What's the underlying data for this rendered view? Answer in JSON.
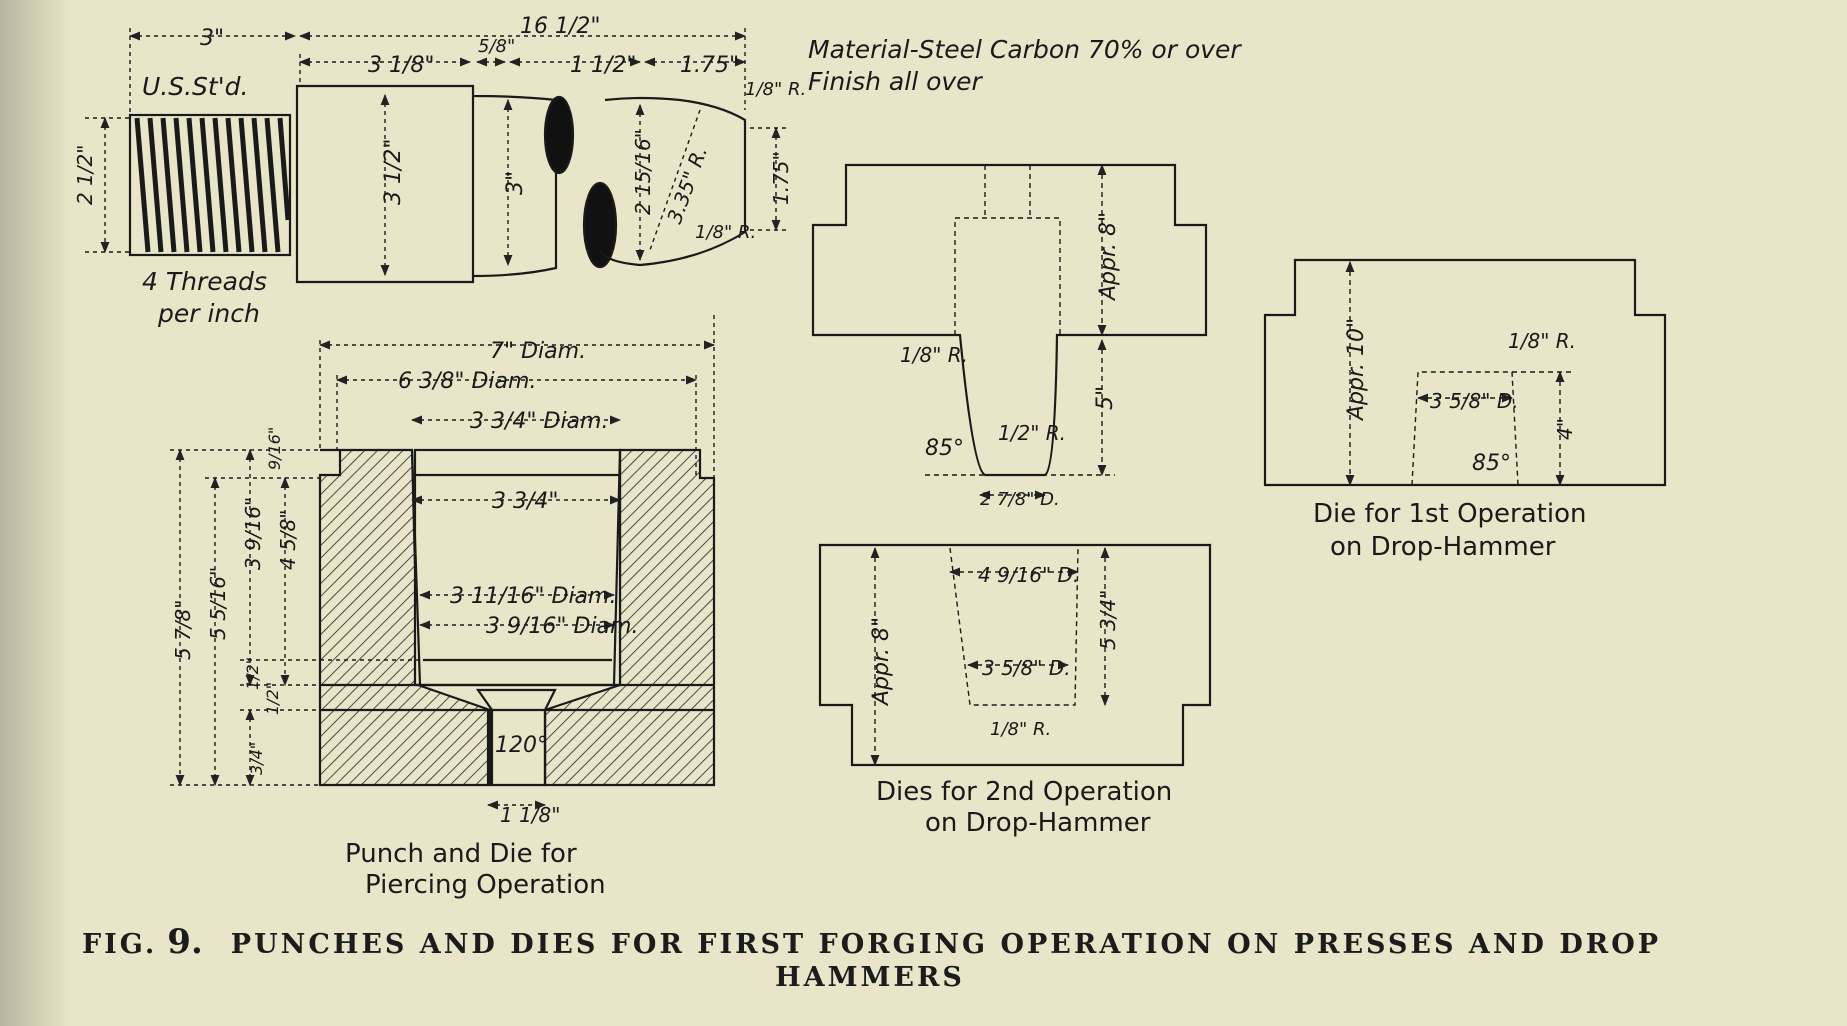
{
  "figure": {
    "label": "FIG.",
    "number": "9.",
    "caption_line1": "PUNCHES AND DIES FOR FIRST FORGING OPERATION ON PRESSES AND DROP",
    "caption_line2": "HAMMERS"
  },
  "notes": {
    "material": "Material-Steel Carbon 70% or over",
    "finish": "Finish all over"
  },
  "blank": {
    "thread_std": "U.S.St'd.",
    "threads_line1": "4 Threads",
    "threads_line2": "per inch",
    "dim_thread_len": "3\"",
    "dim_overall": "16 1/2\"",
    "dim_body": "3 1/8\"",
    "dim_neck": "5/8\"",
    "dim_head": "1 1/2\"",
    "dim_tip": "1.75\"",
    "dim_thread_dia": "2 1/2\"",
    "dim_body_dia": "3 1/2\"",
    "dim_neck_dia": "3\"",
    "dim_head_dia": "2 15/16\"",
    "dim_radius": "3.35\" R.",
    "dim_r_small1": "1/8\" R.",
    "dim_r_small2": "1/8\" R.",
    "dim_face": "1.75\""
  },
  "punch_die": {
    "title1": "Punch and Die for",
    "title2": "Piercing Operation",
    "dim_7": "7\" Diam.",
    "dim_6": "6 3/8\" Diam.",
    "dim_334a": "3 3/4\" Diam.",
    "dim_334b": "3 3/4\"",
    "dim_311": "3 11/16\" Diam.",
    "dim_39": "3 9/16\" Diam.",
    "dim_916": "9/16\"",
    "dim_578": "5 7/8\"",
    "dim_5516": "5 5/16\"",
    "dim_3916": "3 9/16\"",
    "dim_458": "4 5/8\"",
    "dim_12a": "1/2\"",
    "dim_12b": "1/2\"",
    "dim_34": "3/4\"",
    "dim_120": "120°",
    "dim_118": "1 1/8\""
  },
  "die2": {
    "title1": "Dies for 2nd Operation",
    "title2": "on Drop-Hammer",
    "dim_appr8_top": "Appr. 8\"",
    "dim_5": "5\"",
    "dim_r18": "1/8\" R.",
    "dim_r12": "1/2\" R.",
    "dim_85": "85°",
    "dim_278": "2 7/8\" D.",
    "dim_appr8_bot": "Appr. 8\"",
    "dim_4916": "4 9/16\" D.",
    "dim_358": "3 5/8\" D.",
    "dim_534": "5 3/4\"",
    "dim_r18b": "1/8\" R."
  },
  "die1": {
    "title1": "Die for 1st Operation",
    "title2": "on Drop-Hammer",
    "dim_appr10": "Appr. 10\"",
    "dim_r18": "1/8\" R.",
    "dim_358": "3 5/8\" D.",
    "dim_4": "4\"",
    "dim_85": "85°"
  }
}
